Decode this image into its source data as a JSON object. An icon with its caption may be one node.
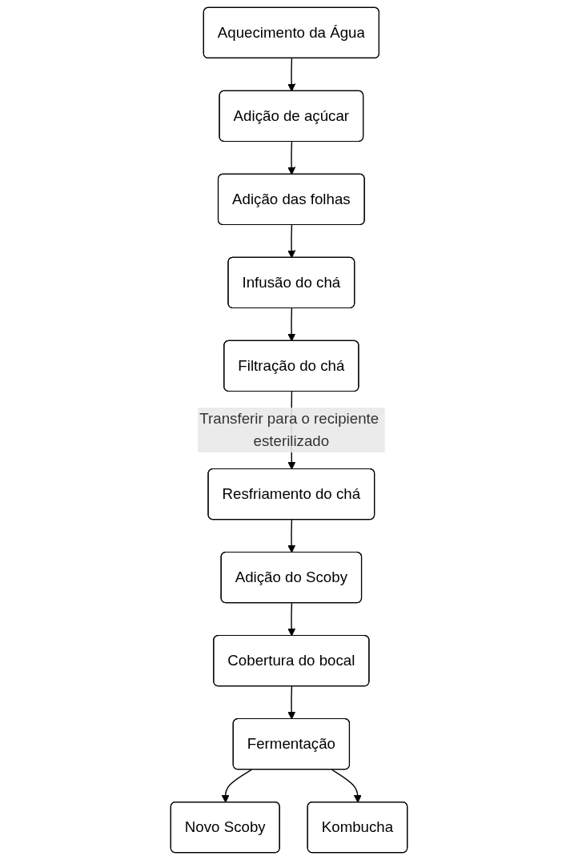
{
  "diagram": {
    "nodes": [
      {
        "text": [
          "Aquecimento da Água"
        ]
      },
      {
        "text": [
          "Adição de açúcar"
        ]
      },
      {
        "text": [
          "Adição das folhas"
        ]
      },
      {
        "text": [
          "Infusão do chá"
        ]
      },
      {
        "text": [
          "Filtração do chá"
        ]
      },
      {
        "text": [
          "Resfriamento do chá"
        ]
      },
      {
        "text": [
          "Adição do Scoby"
        ]
      },
      {
        "text": [
          "Cobertura do bocal"
        ]
      },
      {
        "text": [
          "Fermentação"
        ]
      },
      {
        "text": [
          "Novo Scoby"
        ]
      },
      {
        "text": [
          "Kombucha"
        ]
      }
    ],
    "edges": [
      {
        "from": 0,
        "to": 1,
        "arrow": "to"
      },
      {
        "from": 1,
        "to": 2,
        "arrow": "to"
      },
      {
        "from": 2,
        "to": 3,
        "arrow": "to"
      },
      {
        "from": 3,
        "to": 4,
        "arrow": "to"
      },
      {
        "from": 4,
        "to": 5,
        "arrow": "to",
        "label": "Transferir para o recipiente esterilizado"
      },
      {
        "from": 5,
        "to": 6,
        "arrow": "to"
      },
      {
        "from": 6,
        "to": 7,
        "arrow": "to"
      },
      {
        "from": 7,
        "to": 8,
        "arrow": "to"
      },
      {
        "from": 8,
        "to": 9,
        "arrow": "to"
      },
      {
        "from": 8,
        "to": 10,
        "arrow": "to"
      }
    ]
  }
}
